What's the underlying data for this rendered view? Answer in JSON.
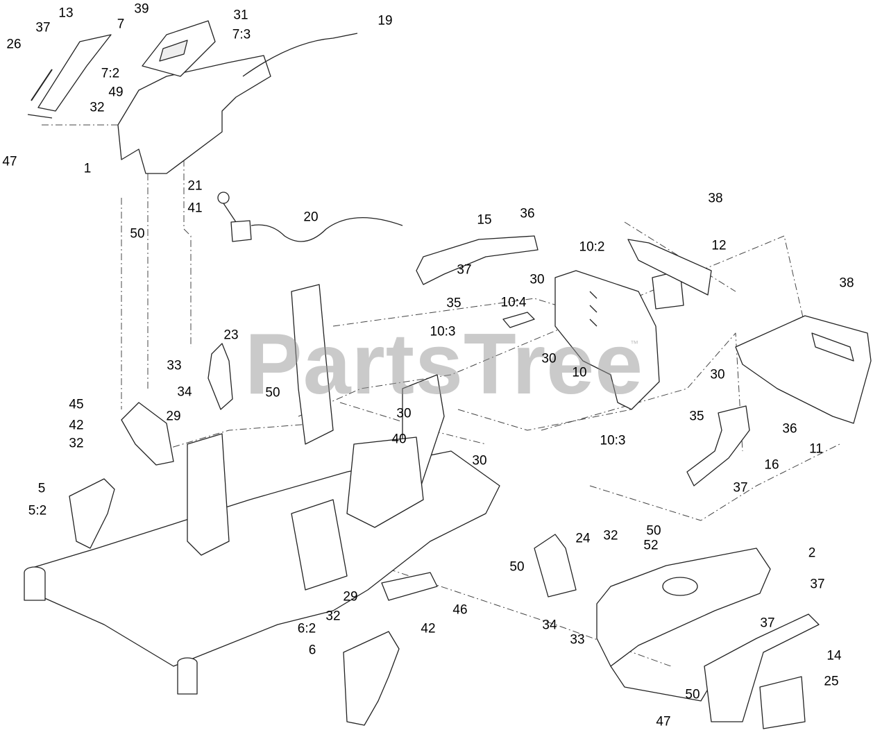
{
  "watermark": "PartsTree",
  "watermark_tm": "™",
  "callouts": [
    {
      "id": "39",
      "text": "39"
    },
    {
      "id": "31",
      "text": "31"
    },
    {
      "id": "7",
      "text": "7"
    },
    {
      "id": "7-3",
      "text": "7:3"
    },
    {
      "id": "13",
      "text": "13"
    },
    {
      "id": "37a",
      "text": "37"
    },
    {
      "id": "26",
      "text": "26"
    },
    {
      "id": "19",
      "text": "19"
    },
    {
      "id": "7-2",
      "text": "7:2"
    },
    {
      "id": "49",
      "text": "49"
    },
    {
      "id": "32a",
      "text": "32"
    },
    {
      "id": "47a",
      "text": "47"
    },
    {
      "id": "1",
      "text": "1"
    },
    {
      "id": "21",
      "text": "21"
    },
    {
      "id": "41",
      "text": "41"
    },
    {
      "id": "20",
      "text": "20"
    },
    {
      "id": "50a",
      "text": "50"
    },
    {
      "id": "15",
      "text": "15"
    },
    {
      "id": "36a",
      "text": "36"
    },
    {
      "id": "38a",
      "text": "38"
    },
    {
      "id": "10-2",
      "text": "10:2"
    },
    {
      "id": "12",
      "text": "12"
    },
    {
      "id": "37b",
      "text": "37"
    },
    {
      "id": "30a",
      "text": "30"
    },
    {
      "id": "35a",
      "text": "35"
    },
    {
      "id": "10-4",
      "text": "10:4"
    },
    {
      "id": "38b",
      "text": "38"
    },
    {
      "id": "10-3a",
      "text": "10:3"
    },
    {
      "id": "23",
      "text": "23"
    },
    {
      "id": "30b",
      "text": "30"
    },
    {
      "id": "10",
      "text": "10"
    },
    {
      "id": "33a",
      "text": "33"
    },
    {
      "id": "34a",
      "text": "34"
    },
    {
      "id": "50b",
      "text": "50"
    },
    {
      "id": "30c",
      "text": "30"
    },
    {
      "id": "45",
      "text": "45"
    },
    {
      "id": "29a",
      "text": "29"
    },
    {
      "id": "30d",
      "text": "30"
    },
    {
      "id": "40",
      "text": "40"
    },
    {
      "id": "35b",
      "text": "35"
    },
    {
      "id": "36b",
      "text": "36"
    },
    {
      "id": "42a",
      "text": "42"
    },
    {
      "id": "10-3b",
      "text": "10:3"
    },
    {
      "id": "11",
      "text": "11"
    },
    {
      "id": "32b",
      "text": "32"
    },
    {
      "id": "30e",
      "text": "30"
    },
    {
      "id": "16",
      "text": "16"
    },
    {
      "id": "5",
      "text": "5"
    },
    {
      "id": "5-2",
      "text": "5:2"
    },
    {
      "id": "37c",
      "text": "37"
    },
    {
      "id": "50c",
      "text": "50"
    },
    {
      "id": "24",
      "text": "24"
    },
    {
      "id": "32c",
      "text": "32"
    },
    {
      "id": "52",
      "text": "52"
    },
    {
      "id": "2",
      "text": "2"
    },
    {
      "id": "50d",
      "text": "50"
    },
    {
      "id": "37d",
      "text": "37"
    },
    {
      "id": "29b",
      "text": "29"
    },
    {
      "id": "46",
      "text": "46"
    },
    {
      "id": "34b",
      "text": "34"
    },
    {
      "id": "33b",
      "text": "33"
    },
    {
      "id": "32d",
      "text": "32"
    },
    {
      "id": "42b",
      "text": "42"
    },
    {
      "id": "37e",
      "text": "37"
    },
    {
      "id": "6-2",
      "text": "6:2"
    },
    {
      "id": "14",
      "text": "14"
    },
    {
      "id": "6",
      "text": "6"
    },
    {
      "id": "25",
      "text": "25"
    },
    {
      "id": "50e",
      "text": "50"
    },
    {
      "id": "47b",
      "text": "47"
    }
  ]
}
